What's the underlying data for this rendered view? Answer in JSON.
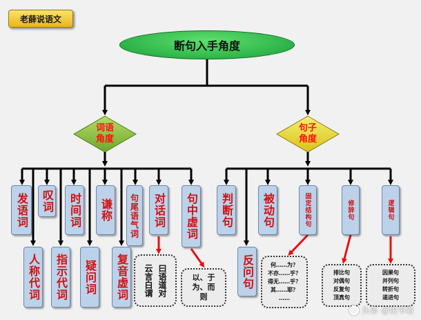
{
  "badge": "老薛说语文",
  "title": "断句入手角度",
  "left_diamond": {
    "line1": "词语",
    "line2": "角度"
  },
  "right_diamond": {
    "line1": "句子",
    "line2": "角度"
  },
  "word_boxes": {
    "fayuci": "发语词",
    "tanci": "叹词",
    "shijianci": "时间词",
    "qiancheng": "谦称",
    "juweiyuqici": "句尾语气词",
    "duihuaci": "对话词",
    "juzhongxuci": "句中虚词",
    "renchengdaici": "人称代词",
    "zhishidaici": "指示代词",
    "yiwenci": "疑问词",
    "fuyinxuci": "复音虚词"
  },
  "sentence_boxes": {
    "panduanju": "判断句",
    "bei_dong_ju": "被动句",
    "guding": "固定结构句",
    "xiuci": "修辞句",
    "luoji": "逻辑句",
    "fanwenju": "反问句"
  },
  "notes": {
    "duihua_col1": "云言白谓",
    "duihua_col2": "曰语道对",
    "xuci_line1": "以、于",
    "xuci_line2": "为、而",
    "xuci_line3": "则",
    "guding_lines": [
      "何……为？",
      "不亦……乎？",
      "得无……乎？",
      "其……耶？",
      "……"
    ],
    "xiuci_lines": [
      "排比句",
      "对偶句",
      "反复句",
      "顶真句"
    ],
    "luoji_lines": [
      "因果句",
      "并列句",
      "转折句",
      "递进句"
    ]
  },
  "watermark": "头条 @悦书者",
  "colors": {
    "arrow_black": "#000000",
    "arrow_red": "#e81010",
    "box_fill": "#bcd2ea",
    "text_red": "#d01010"
  }
}
